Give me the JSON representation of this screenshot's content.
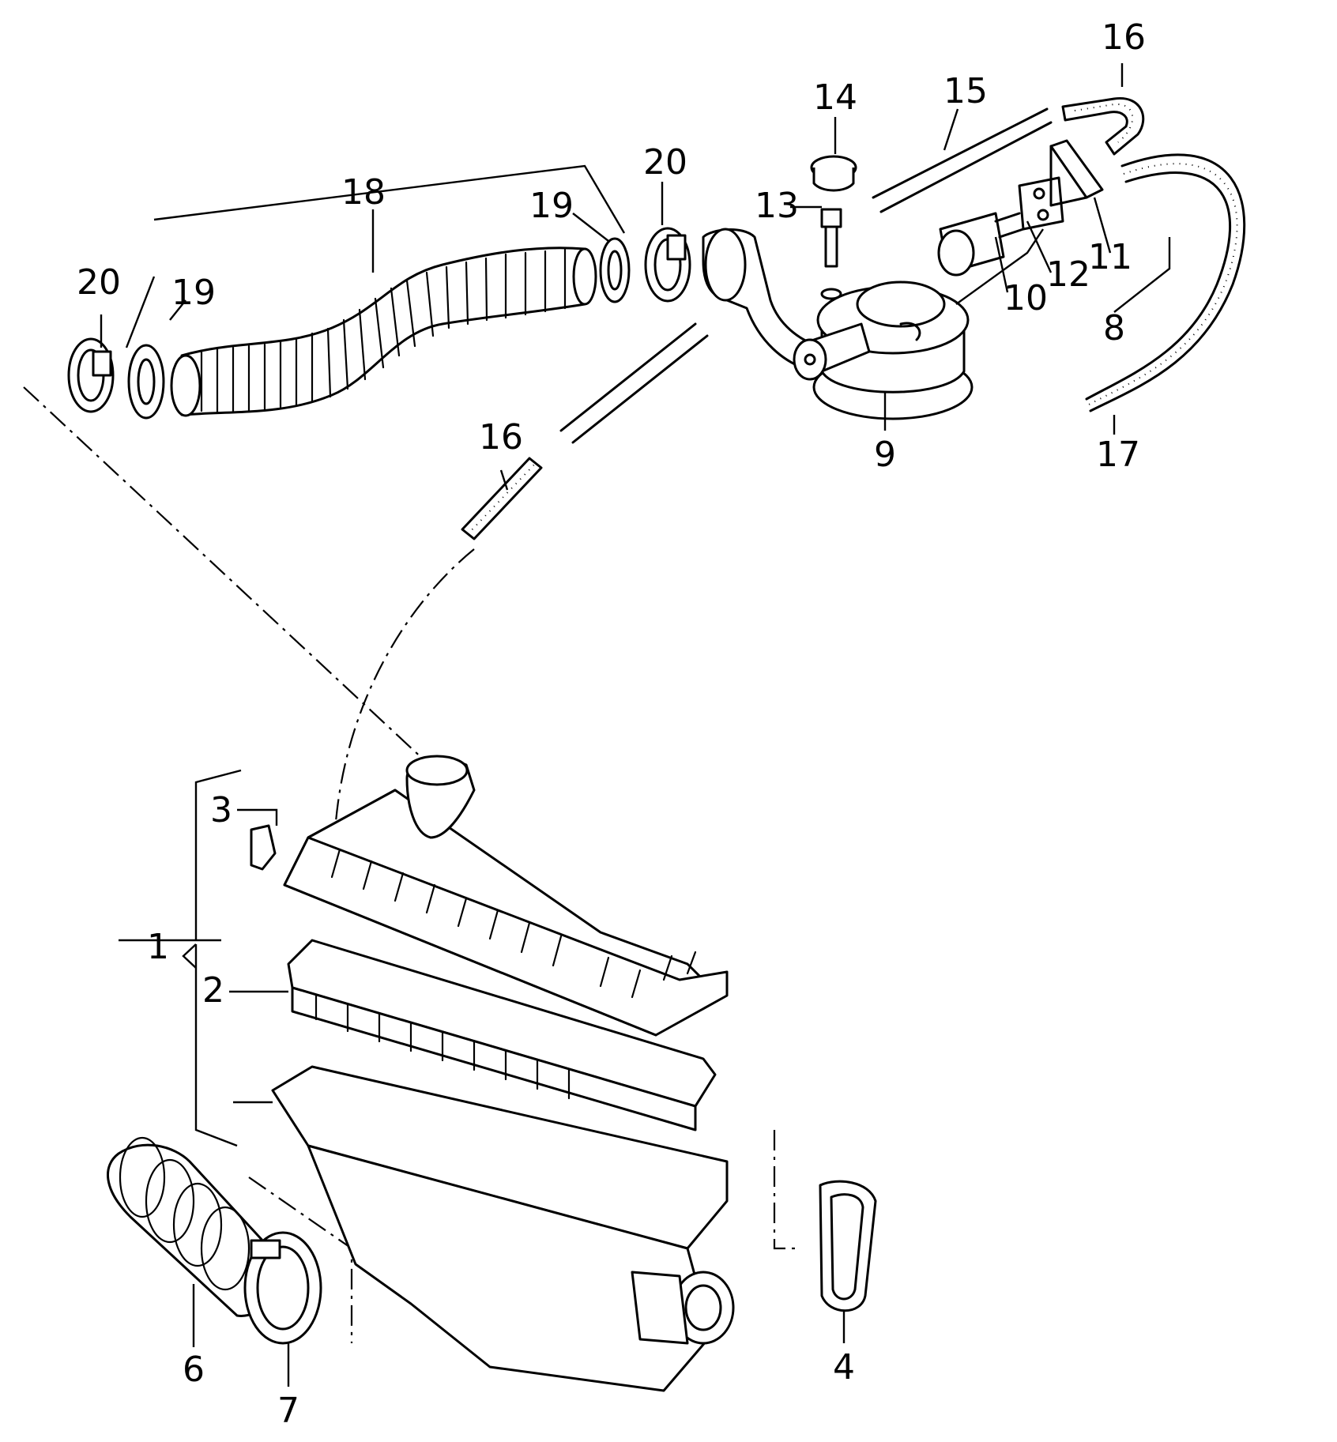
{
  "labels": {
    "p1": "1",
    "p2": "2",
    "p3": "3",
    "p4": "4",
    "p6": "6",
    "p7": "7",
    "p8": "8",
    "p9": "9",
    "p10": "10",
    "p11": "11",
    "p12": "12",
    "p13": "13",
    "p14": "14",
    "p15": "15",
    "p16a": "16",
    "p16b": "16",
    "p17": "17",
    "p18": "18",
    "p19a": "19",
    "p19b": "19",
    "p20a": "20",
    "p20b": "20"
  }
}
